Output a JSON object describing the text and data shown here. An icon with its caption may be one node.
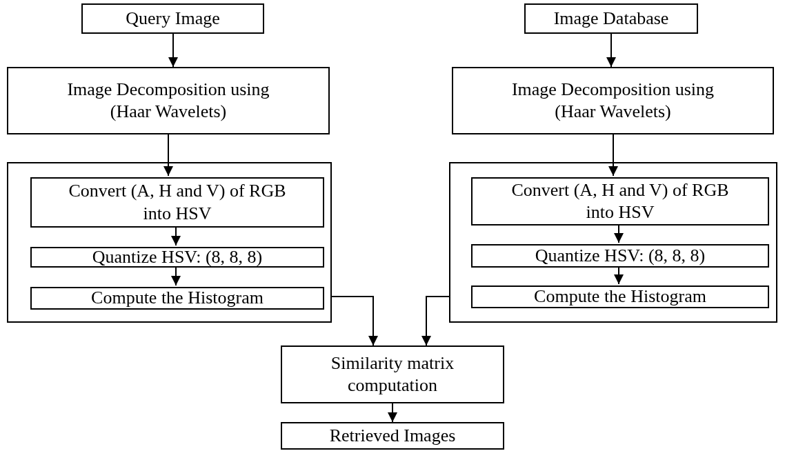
{
  "diagram": {
    "nodes": [
      {
        "text": [
          "Query Image"
        ]
      },
      {
        "text": [
          "Image Database"
        ]
      },
      {
        "text": [
          "Image Decomposition using (Haar Wavelets)"
        ]
      },
      {
        "text": [
          "Image Decomposition using (Haar Wavelets)"
        ]
      },
      {
        "text": [],
        "shape": "box"
      },
      {
        "text": [
          "Convert (A, H and V) of RGB into HSV"
        ],
        "in": 4
      },
      {
        "text": [
          "Quantize HSV: (8, 8, 8)"
        ],
        "in": 4
      },
      {
        "text": [
          "Compute the Histogram"
        ],
        "in": 4
      },
      {
        "text": [],
        "shape": "box"
      },
      {
        "text": [
          "Convert (A, H and V) of RGB into HSV"
        ],
        "in": 8
      },
      {
        "text": [
          "Quantize HSV: (8, 8, 8)"
        ],
        "in": 8
      },
      {
        "text": [
          "Compute the Histogram"
        ],
        "in": 8
      },
      {
        "text": [
          "Similarity matrix computation"
        ]
      },
      {
        "text": [
          "Retrieved Images"
        ]
      }
    ],
    "edges": [
      {
        "from": 0,
        "to": 2,
        "arrow": "to"
      },
      {
        "from": 1,
        "to": 3,
        "arrow": "to"
      },
      {
        "from": 2,
        "to": 5,
        "arrow": "to"
      },
      {
        "from": 3,
        "to": 9,
        "arrow": "to"
      },
      {
        "from": 5,
        "to": 6,
        "arrow": "to"
      },
      {
        "from": 6,
        "to": 7,
        "arrow": "to"
      },
      {
        "from": 9,
        "to": 10,
        "arrow": "to"
      },
      {
        "from": 10,
        "to": 11,
        "arrow": "to"
      },
      {
        "from": 4,
        "to": 12,
        "arrow": "to"
      },
      {
        "from": 8,
        "to": 12,
        "arrow": "to"
      },
      {
        "from": 12,
        "to": 13,
        "arrow": "to"
      }
    ]
  }
}
